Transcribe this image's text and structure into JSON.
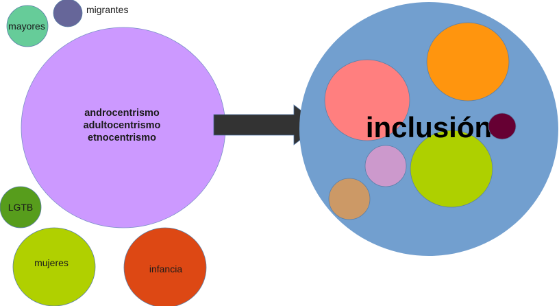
{
  "diagram": {
    "left_group": {
      "center_circle": {
        "lines": [
          "androcentrismo",
          "adultocentrismo",
          "etnocentrismo"
        ],
        "color": "#cc99ff"
      },
      "groups": [
        {
          "label": "mayores",
          "color": "#66cc99"
        },
        {
          "label": "migrantes",
          "color": "#666699"
        },
        {
          "label": "LGTB",
          "color": "#579d1c"
        },
        {
          "label": "mujeres",
          "color": "#b0d000"
        },
        {
          "label": "infancia",
          "color": "#dd4814"
        }
      ]
    },
    "arrow": {
      "color": "#333333",
      "direction": "right"
    },
    "right_group": {
      "label": "inclusión",
      "color": "#729fcf",
      "inner_circles": [
        {
          "name": "pink",
          "color": "#ff7f7f"
        },
        {
          "name": "orange",
          "color": "#ff950e"
        },
        {
          "name": "dark-red",
          "color": "#660033"
        },
        {
          "name": "green",
          "color": "#aed000"
        },
        {
          "name": "lilac",
          "color": "#cc99cc"
        },
        {
          "name": "tan",
          "color": "#cc9966"
        }
      ]
    }
  }
}
